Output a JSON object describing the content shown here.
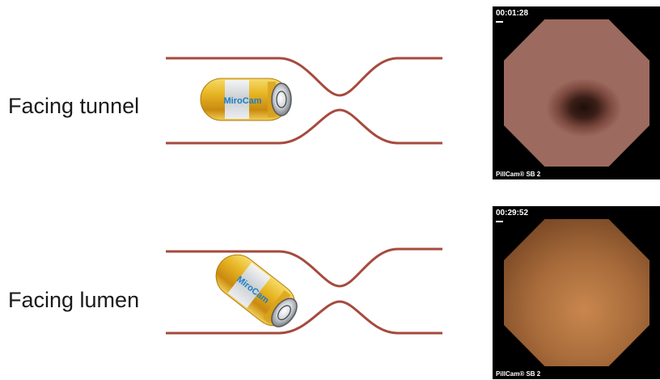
{
  "rows": [
    {
      "label": "Facing tunnel",
      "capsule_text": "MiroCam",
      "timestamp": "00:01:28",
      "device": "PillCam® SB 2"
    },
    {
      "label": "Facing lumen",
      "capsule_text": "MiroCam",
      "timestamp": "00:29:52",
      "device": "PillCam® SB 2"
    }
  ],
  "colors": {
    "tunnel_wall": "#a64a3e",
    "capsule_gold": "#e2b22a",
    "capsule_silver": "#d6d9dc",
    "capsule_text": "#1a7fc6"
  }
}
